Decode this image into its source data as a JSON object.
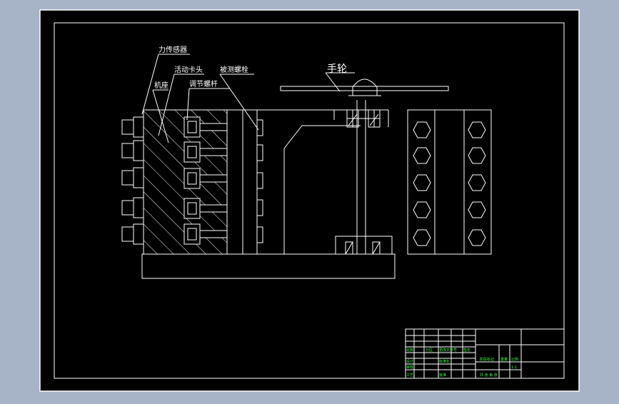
{
  "colors": {
    "background_outer": "#a7b3c7",
    "canvas": "#000000",
    "line": "#ffffff",
    "title_block_text": "#33ff33"
  },
  "labels": {
    "force_sensor": "力传感器",
    "movable_chuck": "活动卡头",
    "adjust_screw": "调节螺杆",
    "base": "机座",
    "tested_bolt": "被测螺栓",
    "handwheel": "手轮"
  },
  "title_block": {
    "cells": [
      "处数",
      "分区",
      "更改文件号",
      "签名",
      "年月日",
      "设计",
      "标准化",
      "阶段标记",
      "重量",
      "比例",
      "审核",
      "工艺",
      "批准"
    ],
    "scale": "1:1",
    "sheet": "共 张 第 张"
  }
}
